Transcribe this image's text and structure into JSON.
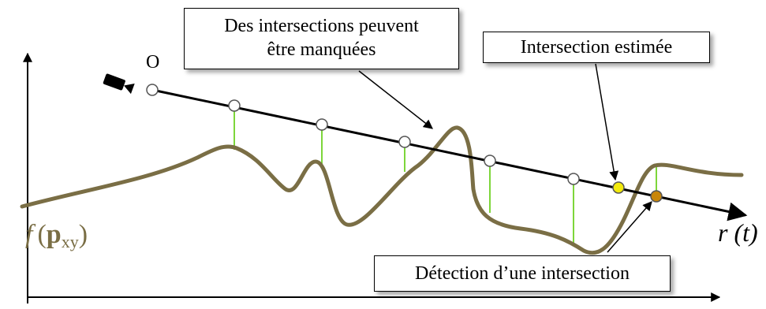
{
  "labels": {
    "origin": "O",
    "ray": "r (t)",
    "surface_f": "f",
    "surface_p": "p",
    "surface_sub": "xy"
  },
  "callouts": {
    "missed_line1": "Des intersections peuvent",
    "missed_line2": "être manquées",
    "estimated": "Intersection estimée",
    "detected": "Détection d’une intersection"
  },
  "colors": {
    "curve": "#7a6e45",
    "sample_lines": "#7dd63a",
    "sample_fill": "#ffffff",
    "estimated_point": "#f2ea0c",
    "detected_point": "#c8860a",
    "ray": "#000000"
  },
  "icons": {
    "camera": "video-camera-icon"
  }
}
